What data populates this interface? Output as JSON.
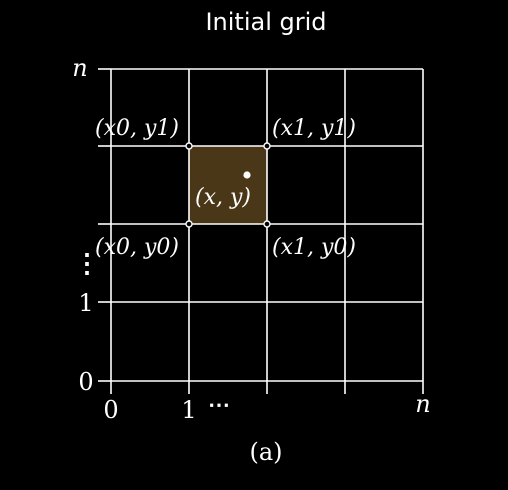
{
  "title": "Initial grid",
  "caption": "(a)",
  "y_axis": {
    "top_label": "n",
    "label_1": "1",
    "label_0": "0",
    "ellipsis": "⋮"
  },
  "x_axis": {
    "label_0": "0",
    "label_1": "1",
    "ellipsis": "⋯",
    "right_label": "n"
  },
  "points": {
    "x0y1": "(x0, y1)",
    "x1y1": "(x1, y1)",
    "x0y0": "(x0, y0)",
    "x1y0": "(x1, y0)",
    "xy": "(x, y)"
  },
  "colors": {
    "background": "#000000",
    "lines": "#ffffff",
    "highlight_cell": "#4a3717"
  }
}
